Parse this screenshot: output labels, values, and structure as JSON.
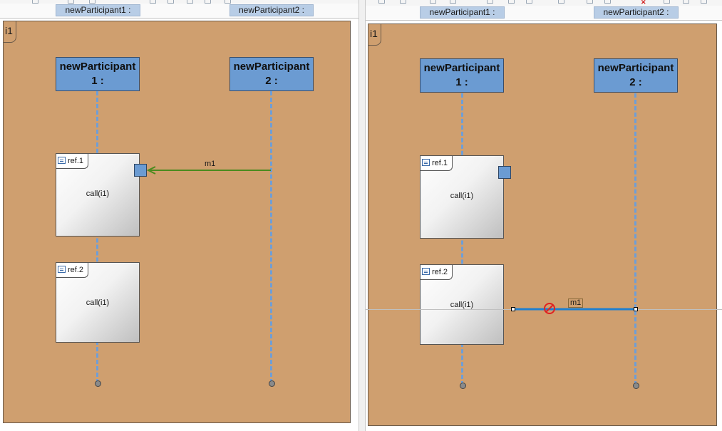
{
  "left": {
    "headers": [
      "newParticipant1 :",
      "newParticipant2 :"
    ],
    "frame_label": "i1",
    "participants": [
      {
        "line1": "newParticipant",
        "line2": "1 :"
      },
      {
        "line1": "newParticipant",
        "line2": "2 :"
      }
    ],
    "refs": [
      {
        "label": "ref.1",
        "body": "call(i1)"
      },
      {
        "label": "ref.2",
        "body": "call(i1)"
      }
    ],
    "message": {
      "label": "m1",
      "color": "#4a8a1e"
    }
  },
  "right": {
    "headers": [
      "newParticipant1 :",
      "newParticipant2 :"
    ],
    "frame_label": "i1",
    "participants": [
      {
        "line1": "newParticipant",
        "line2": "1 :"
      },
      {
        "line1": "newParticipant",
        "line2": "2 :"
      }
    ],
    "refs": [
      {
        "label": "ref.1",
        "body": "call(i1)"
      },
      {
        "label": "ref.2",
        "body": "call(i1)"
      }
    ],
    "message": {
      "label": "m1",
      "color": "#1e7fd0",
      "status_icon": "no-entry-icon",
      "status_color": "#e02020"
    }
  },
  "colors": {
    "frame": "#cf9f6f",
    "participant": "#6b9bd2",
    "lifeline": "#6f9ed6"
  }
}
